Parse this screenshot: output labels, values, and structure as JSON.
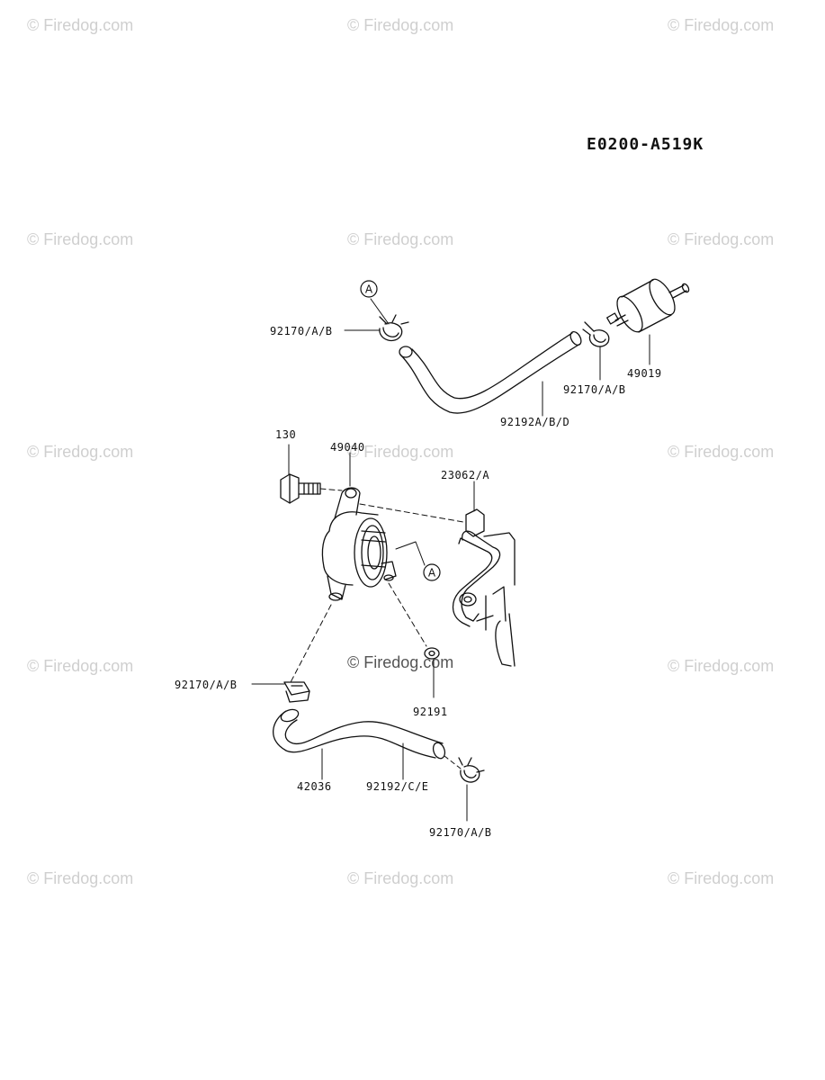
{
  "diagram_code": "E0200-A519K",
  "watermark": "© Firedog.com",
  "center_watermark": "© Firedog.com",
  "reference_mark": "A",
  "parts": {
    "clamp_top_left": "92170/A/B",
    "clamp_top_right": "92170/A/B",
    "fuel_filter": "49019",
    "hose_top": "92192A/B/D",
    "bolt": "130",
    "fuel_pump": "49040",
    "bracket": "23062/A",
    "clamp_lower_left": "92170/A/B",
    "washer": "92191",
    "hose_lower": "42036",
    "hose_lower_ref": "92192/C/E",
    "clamp_bottom": "92170/A/B"
  }
}
